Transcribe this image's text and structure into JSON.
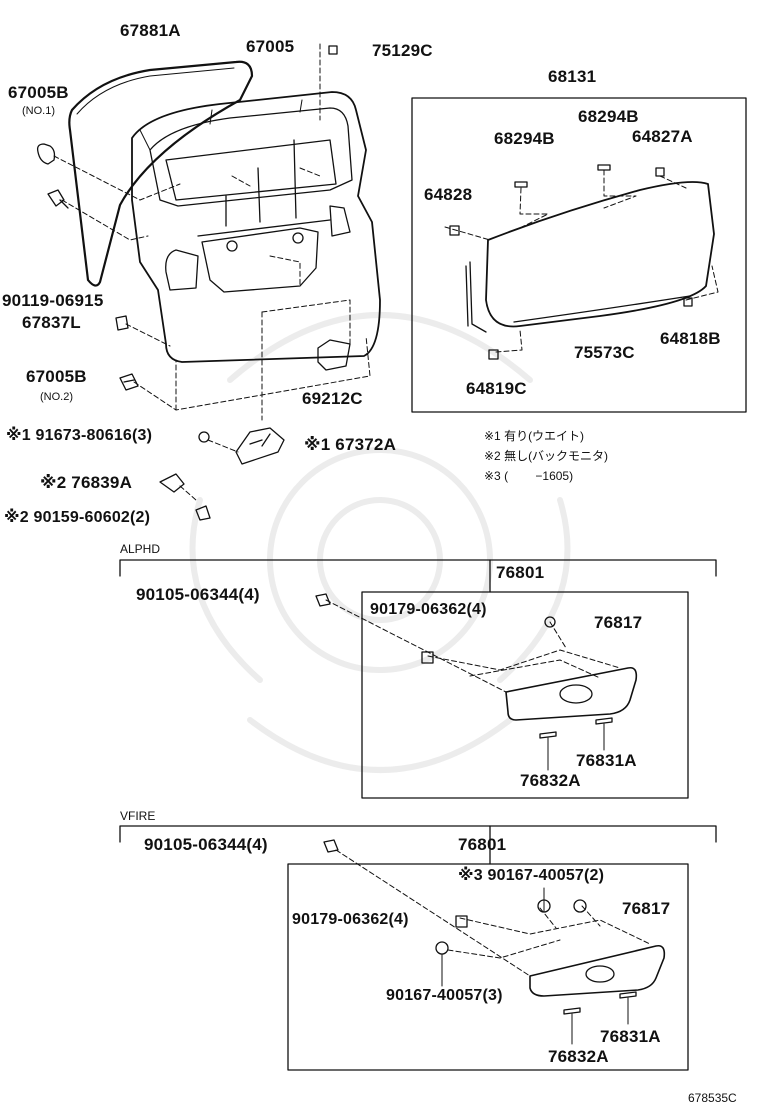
{
  "diagram": {
    "drawing_number": "678535C",
    "notes": [
      "※1 有り(ウエイト)",
      "※2 無し(バックモニタ)",
      "※3 (　　 −1605)"
    ],
    "sections": {
      "alphard": "ALPHD",
      "vellfire": "VFIRE"
    },
    "parts": {
      "p67881A": "67881A",
      "p67005": "67005",
      "p75129C": "75129C",
      "p67005B_1": "67005B",
      "no1": "(NO.1)",
      "p90119": "90119-06915",
      "p67837L": "67837L",
      "p67005B_2": "67005B",
      "no2": "(NO.2)",
      "p69212C": "69212C",
      "p91673": "※1 91673-80616(3)",
      "p67372A": "※1 67372A",
      "p76839A": "※2 76839A",
      "p90159": "※2 90159-60602(2)",
      "p68131": "68131",
      "p68294B_a": "68294B",
      "p68294B_b": "68294B",
      "p64827A": "64827A",
      "p64828": "64828",
      "p75573C": "75573C",
      "p64818B": "64818B",
      "p64819C": "64819C",
      "a76801": "76801",
      "a90105": "90105-06344(4)",
      "a90179": "90179-06362(4)",
      "a76817": "76817",
      "a76831A": "76831A",
      "a76832A": "76832A",
      "v76801": "76801",
      "v90105": "90105-06344(4)",
      "v90167_top": "※3 90167-40057(2)",
      "v76817": "76817",
      "v90179": "90179-06362(4)",
      "v90167_bot": "90167-40057(3)",
      "v76831A": "76831A",
      "v76832A": "76832A"
    }
  }
}
